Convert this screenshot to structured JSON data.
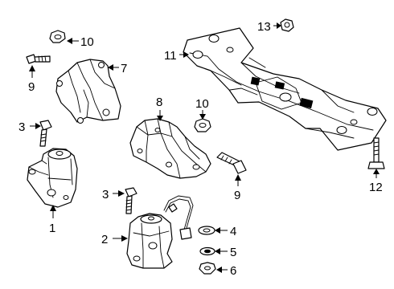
{
  "diagram": {
    "callouts": {
      "c1": "1",
      "c2": "2",
      "c3a": "3",
      "c3b": "3",
      "c4": "4",
      "c5": "5",
      "c6": "6",
      "c7": "7",
      "c8": "8",
      "c9a": "9",
      "c9b": "9",
      "c10a": "10",
      "c10b": "10",
      "c11": "11",
      "c12": "12",
      "c13": "13"
    }
  }
}
